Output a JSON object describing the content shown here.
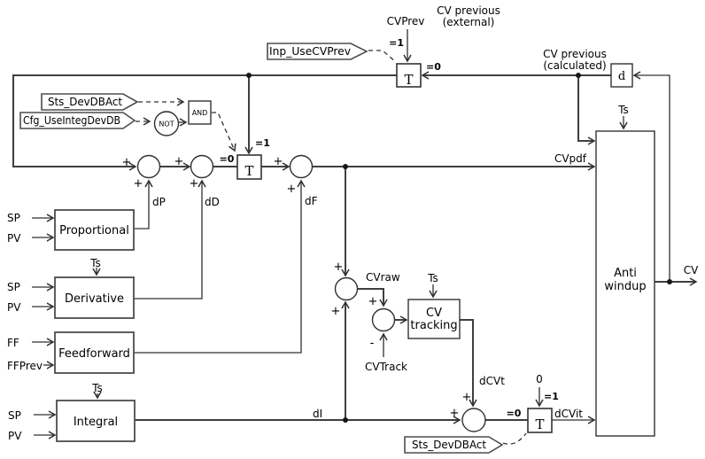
{
  "diagram": {
    "type": "control-block-diagram",
    "colors": {
      "line": "#3f3f3f",
      "block_border": "#4d4d4d",
      "text": "#000000",
      "background": "#ffffff"
    },
    "blocks": {
      "proportional": "Proportional",
      "derivative": "Derivative",
      "feedforward": "Feedforward",
      "integral": "Integral",
      "cv_tracking_line1": "CV",
      "cv_tracking_line2": "tracking",
      "anti_windup_line1": "Anti",
      "anti_windup_line2": "windup",
      "transfer_switch": "T",
      "delay": "d"
    },
    "tags": {
      "inp_use_cv_prev": "Inp_UseCVPrev",
      "sts_dev_db_act": "Sts_DevDBAct",
      "cfg_use_integ_dev_db": "Cfg_UseIntegDevDB"
    },
    "gates": {
      "and_gate": "AND",
      "not_gate": "NOT"
    },
    "labels": {
      "cvprev": "CVPrev",
      "cv_previous": "CV previous",
      "external": "(external)",
      "calculated": "(calculated)",
      "ts": "Ts",
      "sp": "SP",
      "pv": "PV",
      "ff": "FF",
      "ffprev": "FFPrev",
      "dp": "dP",
      "dd": "dD",
      "df": "dF",
      "di": "dI",
      "cvraw": "CVraw",
      "cvpdf": "CVpdf",
      "cvtrack": "CVTrack",
      "dcvt": "dCVt",
      "dcvit": "dCVit",
      "cv": "CV",
      "zero": "0"
    },
    "operators": {
      "plus": "+",
      "minus": "-",
      "eq0": "=0",
      "eq1": "=1"
    }
  }
}
